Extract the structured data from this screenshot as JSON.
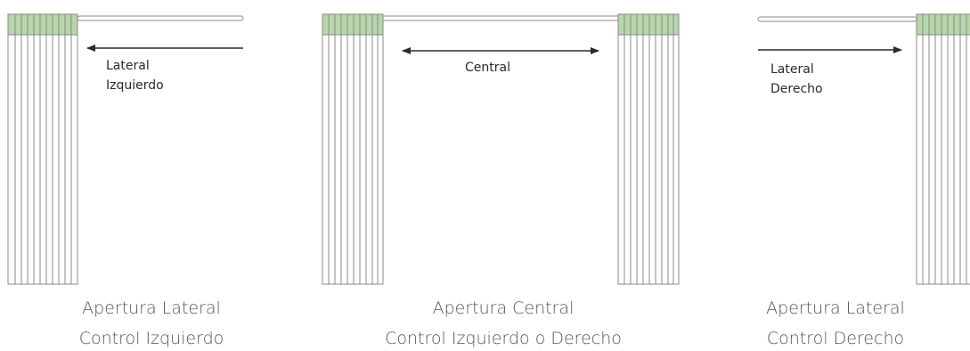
{
  "colors": {
    "header_fill": "#b7d6a9",
    "pleat_line": "#8a8a8a",
    "rail_line": "#8a8a8a",
    "arrow": "#2b2b2b",
    "label_text": "#2a2a2a",
    "caption_text": "#555555"
  },
  "panels": [
    {
      "id": "left",
      "flow_label_line1": "Lateral",
      "flow_label_line2": "Izquierdo",
      "caption_line1": "Apertura Lateral",
      "caption_line2": "Control Izquierdo"
    },
    {
      "id": "center",
      "flow_label_line1": "Central",
      "caption_line1": "Apertura Central",
      "caption_line2": "Control Izquierdo o Derecho"
    },
    {
      "id": "right",
      "flow_label_line1": "Lateral",
      "flow_label_line2": "Derecho",
      "caption_line1": "Apertura Lateral",
      "caption_line2": "Control Derecho"
    }
  ]
}
